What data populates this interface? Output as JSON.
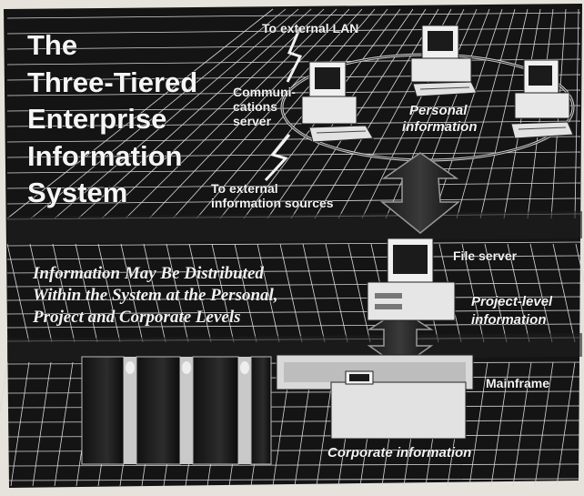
{
  "title_lines": [
    "The",
    "Three-Tiered",
    "Enterprise",
    "Information",
    "System"
  ],
  "subtitle_lines": [
    "Information May Be Distributed",
    "Within the System at the Personal,",
    "Project and Corporate Levels"
  ],
  "labels": {
    "external_lan": "To external LAN",
    "comm_server": [
      "Communi-",
      "cations",
      "server"
    ],
    "personal_info": [
      "Personal",
      "information"
    ],
    "external_sources": [
      "To external",
      "information sources"
    ],
    "file_server": "File server",
    "project_info": [
      "Project-level",
      "information"
    ],
    "mainframe": "Mainframe",
    "corporate_info": "Corporate information"
  },
  "colors": {
    "background": "#141414",
    "grid": "#d8d8d8",
    "text": "#f5f5f5",
    "paper": "#e6e3dc"
  },
  "icons": [
    "computer-icon",
    "file-server-icon",
    "mainframe-icon",
    "lightning-bolt-icon",
    "double-arrow-icon"
  ]
}
